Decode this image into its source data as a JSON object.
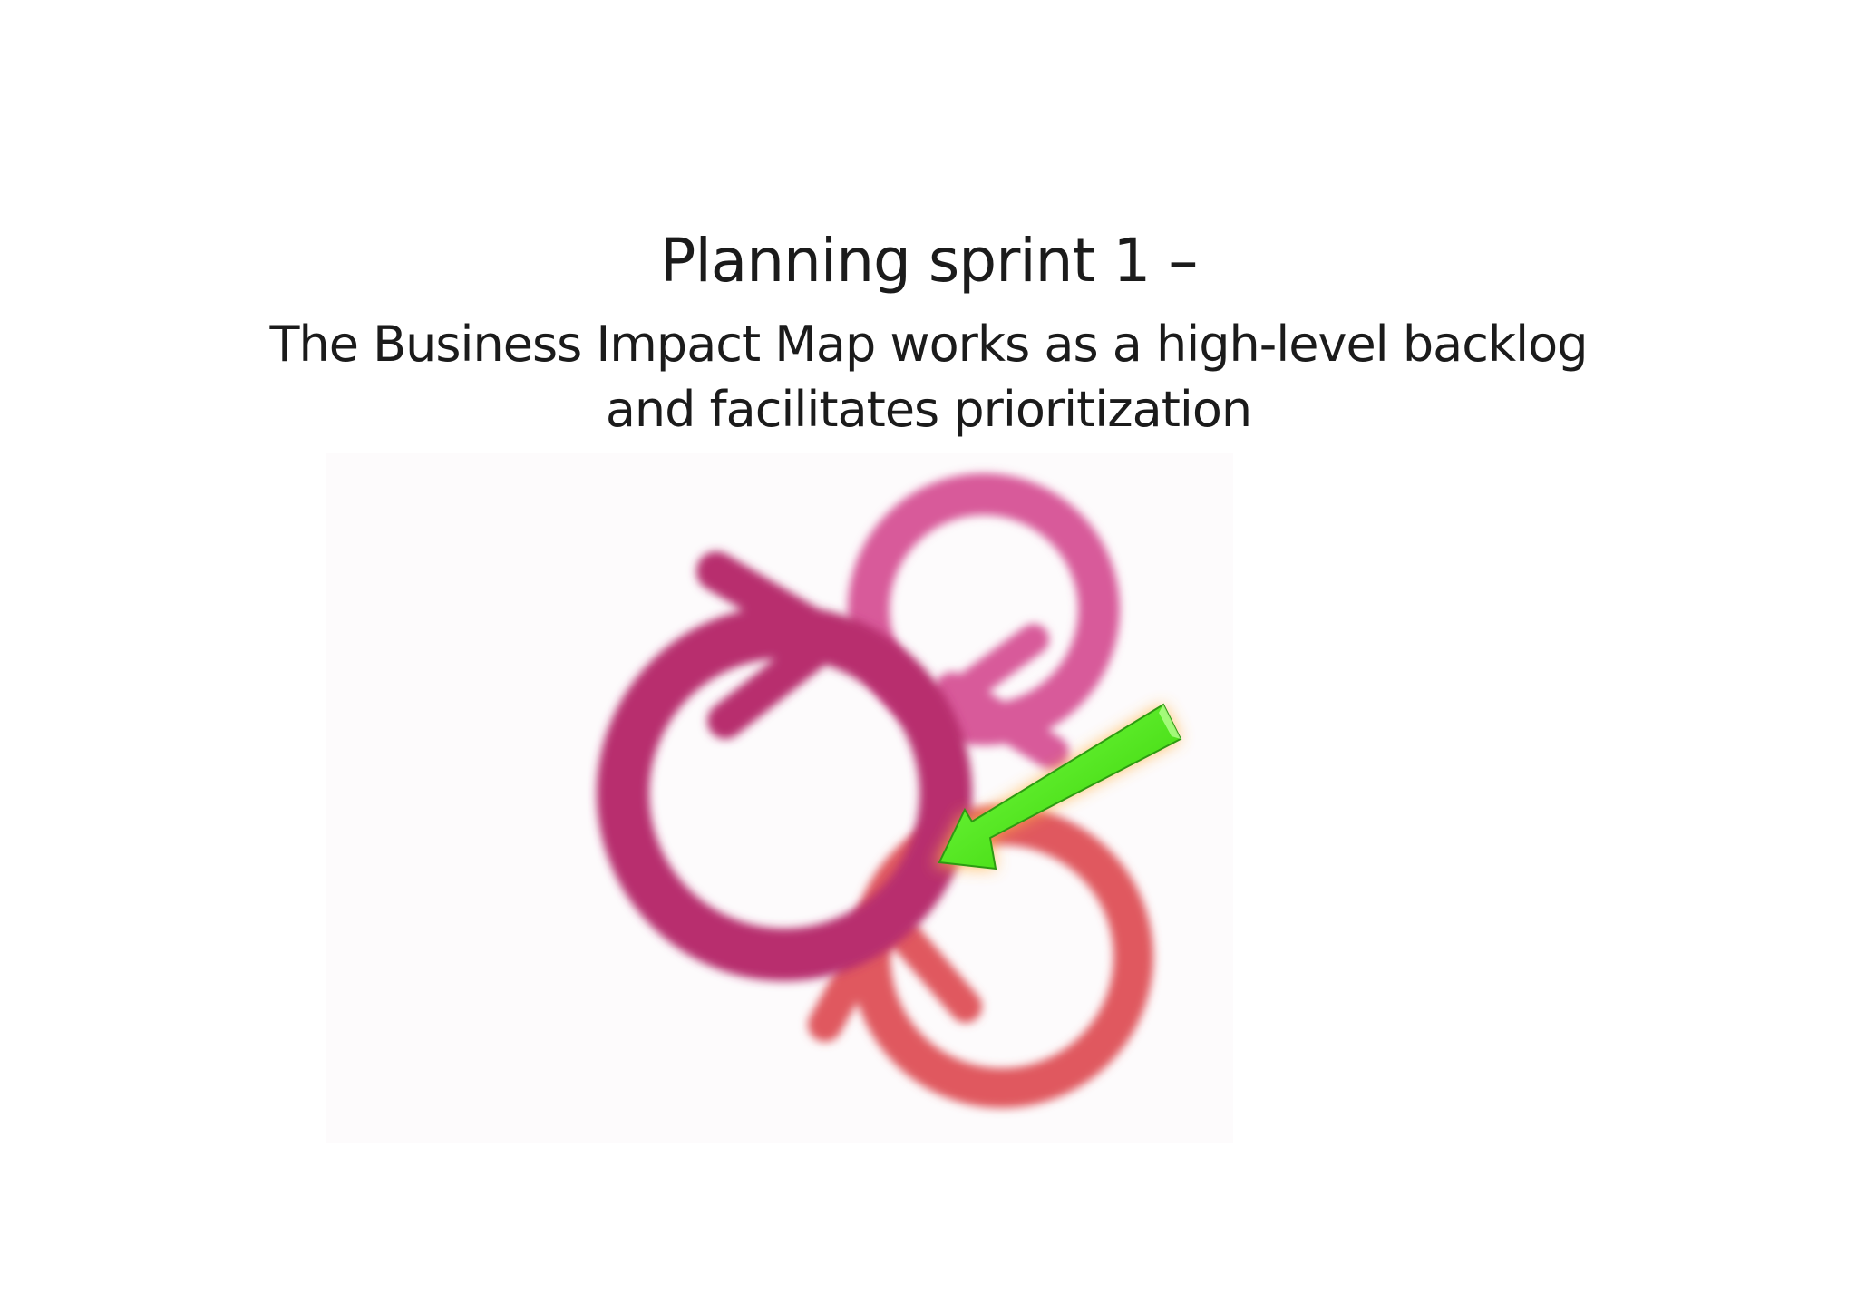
{
  "slide": {
    "title": "Planning sprint 1 –",
    "subtitle": "The Business Impact Map works as a high-level backlog and facilitates prioritization"
  },
  "diagram": {
    "cycles": [
      {
        "name": "large-cycle",
        "color": "#b82d6e"
      },
      {
        "name": "upper-cycle",
        "color": "#d85a9a"
      },
      {
        "name": "lower-cycle",
        "color": "#e0585f"
      }
    ],
    "arrow_color": "#55ee22",
    "arrow_glow": "#ffb347"
  }
}
